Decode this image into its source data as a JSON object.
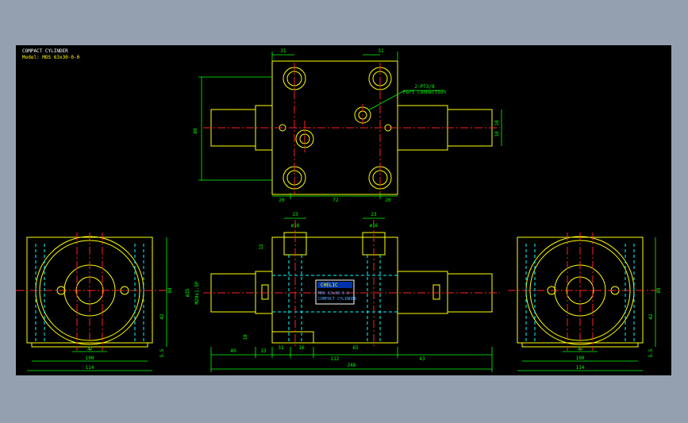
{
  "title": {
    "line1": "COMPACT CYLINDER",
    "line2": "Model: MOS 63x30-0-0"
  },
  "labels": {
    "port_callout": "2-PT3/8",
    "port_note": "Port Connection",
    "nameplate_brand": "CHELIC",
    "nameplate_model": "MOS 63x30-0-0",
    "nameplate_text": "COMPACT CYLINDER"
  },
  "dimensions": {
    "top_left": "31",
    "top_right": "31",
    "height_80": "80",
    "height_10a": "10",
    "height_10b": "10",
    "bottom_20a": "20",
    "bottom_72": "72",
    "bottom_20b": "20",
    "width_23a": "23",
    "width_23b": "23",
    "dia16a": "ø16",
    "dia16b": "ø16",
    "side_15": "15",
    "dia35": "ø35",
    "thread": "M20x1.5P",
    "h10": "10",
    "l40": "40",
    "l13": "13",
    "l31": "31",
    "l16": "16",
    "l65": "65",
    "l112": "112",
    "l43": "43",
    "l248": "248",
    "left_32": "32",
    "left_100": "100",
    "left_114": "114",
    "left_88": "88",
    "left_42": "42",
    "left_55": "5.5",
    "right_32": "32",
    "right_100": "100",
    "right_114": "114",
    "right_88": "88",
    "right_42": "42",
    "right_55": "5.5"
  },
  "colors": {
    "background": "#000000",
    "outline": "#ffff00",
    "centerline": "#ff2020",
    "hidden": "#00ffff",
    "dimension": "#00ff00",
    "frame": "#94a0b0"
  }
}
